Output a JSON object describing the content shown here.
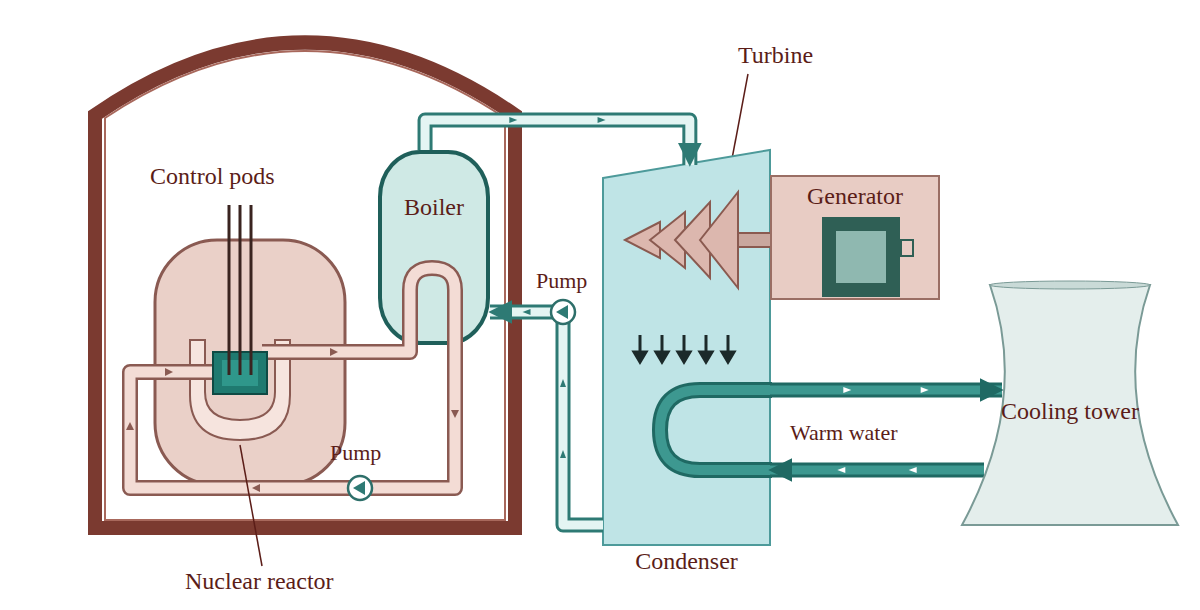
{
  "diagram": {
    "nodes": [
      {
        "text": [
          "Boiler"
        ]
      },
      {
        "text": [
          "Generator"
        ]
      },
      {
        "text": [
          "Condenser"
        ]
      },
      {
        "text": [
          "Cooling tower"
        ]
      }
    ],
    "edges": [
      {
        "from": 0,
        "to": 2,
        "arrow": "to"
      },
      {
        "from": 2,
        "to": 0,
        "arrow": "to"
      },
      {
        "from": 2,
        "to": 3,
        "arrow": "to"
      },
      {
        "from": 3,
        "to": 2,
        "arrow": "to"
      }
    ],
    "labels": [
      "Control pods",
      "Turbine",
      "Pump",
      "Pump",
      "Warm water",
      "Nuclear reactor"
    ]
  }
}
